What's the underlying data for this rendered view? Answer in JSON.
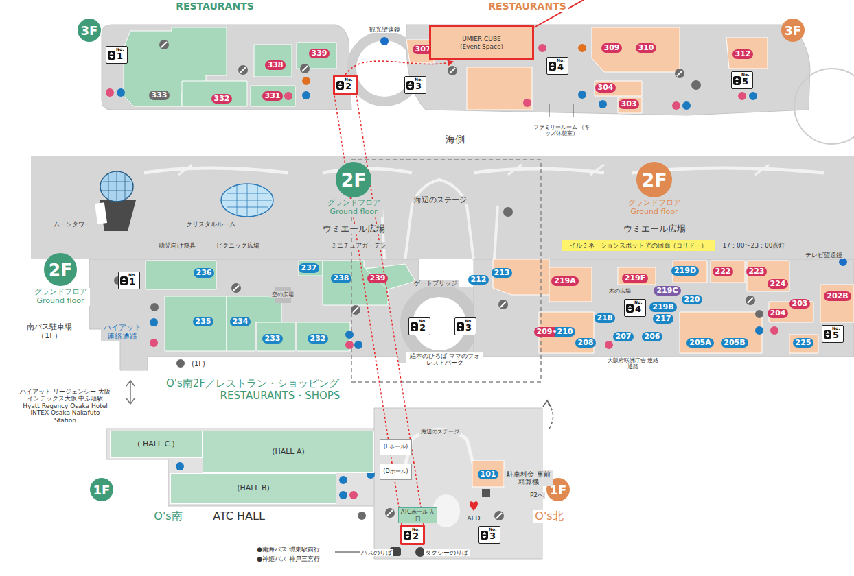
{
  "diagram": {
    "nodes": [
      {
        "text": [
          "3F"
        ]
      },
      {
        "text": [
          "No.",
          "1"
        ]
      },
      {
        "text": [
          "339"
        ]
      },
      {
        "text": [
          "338"
        ]
      },
      {
        "text": [
          "No.",
          "2"
        ]
      },
      {
        "text": [
          "307"
        ]
      },
      {
        "text": [
          "UMIER CUBE",
          "(Event Space)"
        ]
      },
      {
        "text": [
          "No.",
          "3"
        ]
      },
      {
        "text": [
          "309"
        ]
      },
      {
        "text": [
          "310"
        ]
      },
      {
        "text": [
          "No.",
          "4"
        ]
      },
      {
        "text": [
          "312"
        ]
      },
      {
        "text": [
          "3F"
        ]
      },
      {
        "text": [
          "No.",
          "5"
        ]
      },
      {
        "text": [
          "333"
        ]
      },
      {
        "text": [
          "332"
        ]
      },
      {
        "text": [
          "331"
        ]
      },
      {
        "text": [
          "304"
        ]
      },
      {
        "text": [
          "303"
        ]
      },
      {
        "text": [
          "2F"
        ]
      },
      {
        "text": [
          "2F"
        ]
      },
      {
        "text": [
          "2F"
        ]
      },
      {
        "text": [
          "イルミネーションスポット 光の回廊（コリドー）"
        ]
      },
      {
        "text": [
          "No.",
          "1"
        ]
      },
      {
        "text": [
          "236"
        ]
      },
      {
        "text": [
          "237"
        ]
      },
      {
        "text": [
          "238"
        ]
      },
      {
        "text": [
          "239"
        ]
      },
      {
        "text": [
          "212"
        ]
      },
      {
        "text": [
          "213"
        ]
      },
      {
        "text": [
          "219A"
        ]
      },
      {
        "text": [
          "219F"
        ]
      },
      {
        "text": [
          "219D"
        ]
      },
      {
        "text": [
          "222"
        ]
      },
      {
        "text": [
          "223"
        ]
      },
      {
        "text": [
          "224"
        ]
      },
      {
        "text": [
          "202B"
        ]
      },
      {
        "text": [
          "219C"
        ]
      },
      {
        "text": [
          "220"
        ]
      },
      {
        "text": [
          "203"
        ]
      },
      {
        "text": [
          "No.",
          "4"
        ]
      },
      {
        "text": [
          "219B"
        ]
      },
      {
        "text": [
          "204"
        ]
      },
      {
        "text": [
          "218"
        ]
      },
      {
        "text": [
          "235"
        ]
      },
      {
        "text": [
          "234"
        ]
      },
      {
        "text": [
          "No.",
          "2"
        ]
      },
      {
        "text": [
          "No.",
          "3"
        ]
      },
      {
        "text": [
          "217"
        ]
      },
      {
        "text": [
          "209•210"
        ]
      },
      {
        "text": [
          "233"
        ]
      },
      {
        "text": [
          "232"
        ]
      },
      {
        "text": [
          "208"
        ]
      },
      {
        "text": [
          "207"
        ]
      },
      {
        "text": [
          "206"
        ]
      },
      {
        "text": [
          "205A"
        ]
      },
      {
        "text": [
          "205B"
        ]
      },
      {
        "text": [
          "225"
        ]
      },
      {
        "text": [
          "No.",
          "5"
        ]
      },
      {
        "text": [
          "( HALL C )"
        ]
      },
      {
        "text": [
          "(HALL A)"
        ]
      },
      {
        "text": [
          "(Eホール)"
        ]
      },
      {
        "text": [
          "(Dホール)"
        ]
      },
      {
        "text": [
          "101"
        ]
      },
      {
        "text": [
          "(HALL B)"
        ]
      },
      {
        "text": [
          "1F"
        ]
      },
      {
        "text": [
          "1F"
        ]
      },
      {
        "text": [
          "ATCホール 入口"
        ]
      },
      {
        "text": [
          "No.",
          "2"
        ]
      },
      {
        "text": [
          "No.",
          "3"
        ]
      }
    ],
    "edges": [
      {
        "from": 68,
        "to": 4,
        "arrow": "none"
      },
      {
        "from": 4,
        "to": 6,
        "arrow": "to"
      }
    ],
    "labels": [
      "RESTAURANTS",
      "RESTAURANTS",
      "観光望遠鏡",
      "海側",
      "ファミリールーム （キッズ休憩室）",
      "グランドフロア Ground floor",
      "海辺のステージ",
      "グランドフロア Ground floor",
      "ムーンタワー",
      "クリスタルルーム",
      "ウミエール広場",
      "ウミエール広場",
      "幼児向け遊具",
      "ピクニック広場",
      "ミニチュアガーデン",
      "17：00〜23：00点灯",
      "テレビ望遠鏡",
      "ゲートブリッジ",
      "空の広場",
      "木の広場",
      "グランドフロア Ground floor",
      "南バス駐車場 （1F）",
      "ハイアット 連絡通路",
      "(1F)",
      "絵本のひろば ママのフォレストパーク",
      "大阪府咲洲庁舎 連絡通路",
      "O's南2F／レストラン・ショッピング",
      "RESTAURANTS・SHOPS",
      "ハイアット リージェンシー 大阪 インテックス大阪 中ふ頭駅 Hyatt Regency Osaka Hotel INTEX Osaka Nakafuto Station",
      "海辺のステージ",
      "駐車料金 事前精算機",
      "P2へ",
      "AED",
      "O's南",
      "ATC HALL",
      "O's北",
      "●南海バス 堺東駅前行",
      "●神姫バス 神戸三宮行",
      "バスのりば",
      "タクシーのりば"
    ]
  }
}
